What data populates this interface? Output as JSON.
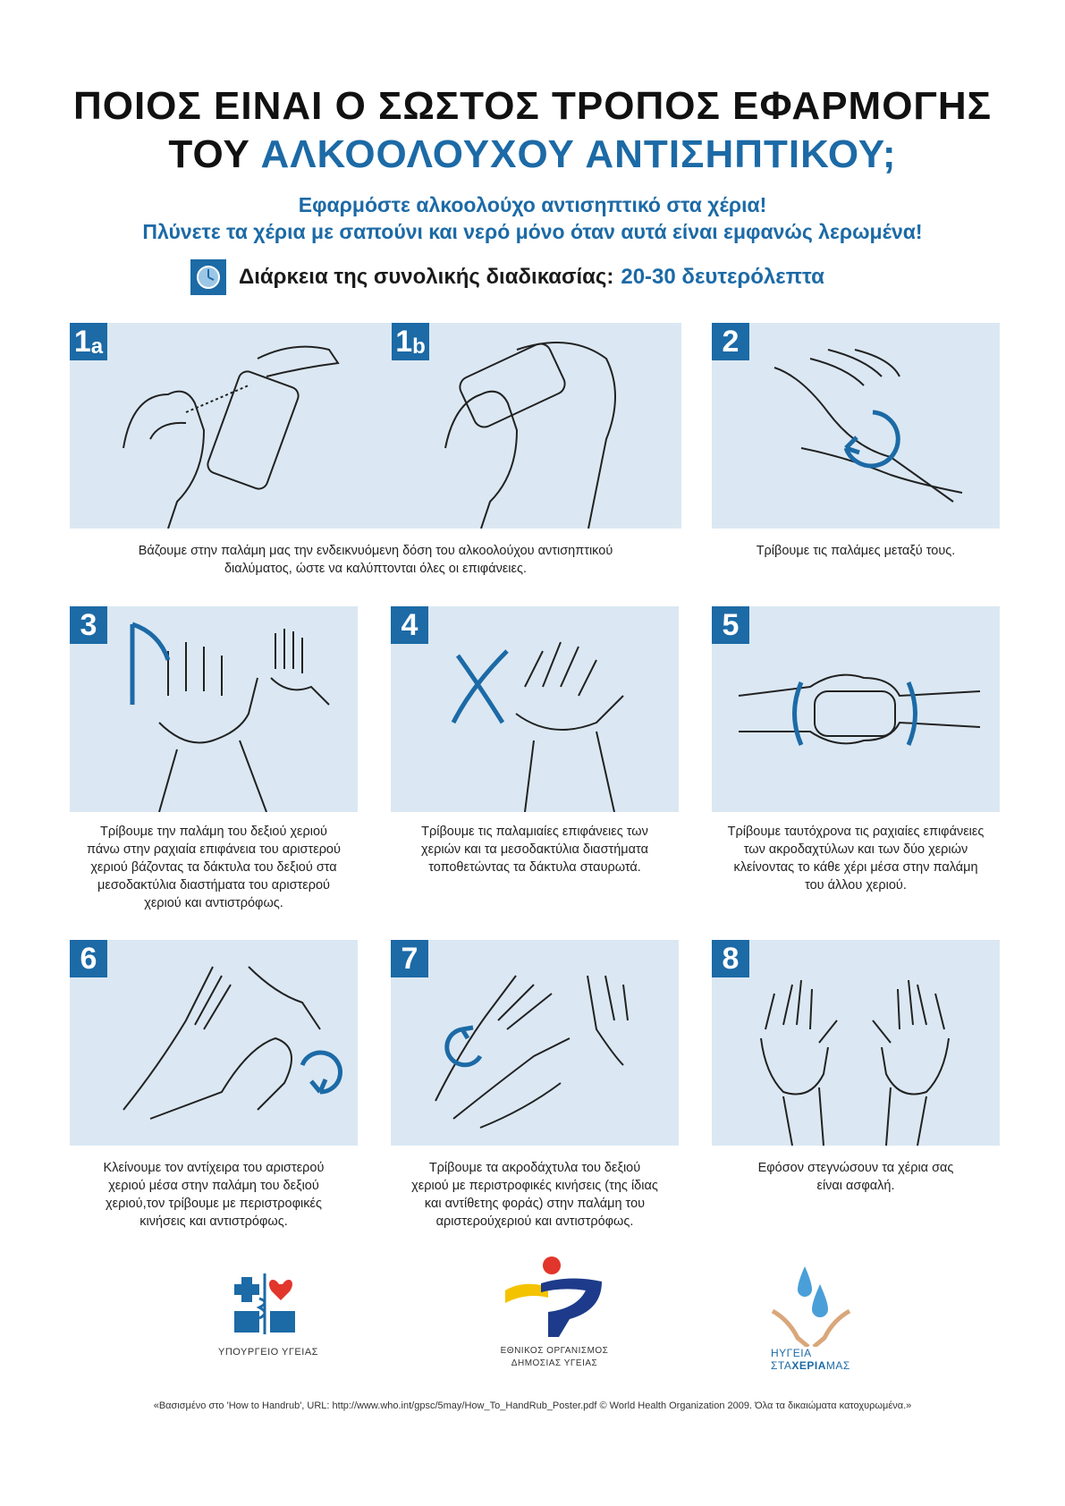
{
  "title": {
    "line1": "ΠΟΙΟΣ ΕΙΝΑΙ Ο ΣΩΣΤΟΣ ΤΡΟΠΟΣ ΕΦΑΡΜΟΓΗΣ",
    "line2_prefix": "ΤΟΥ",
    "line2_highlight": "ΑΛΚΟΟΛΟΥΧΟΥ ΑΝΤΙΣΗΠΤΙΚΟΥ;"
  },
  "subtitle": {
    "line1": "Εφαρμόστε αλκοολούχο αντισηπτικό στα χέρια!",
    "line2": "Πλύνετε τα χέρια με σαπούνι και νερό μόνο όταν αυτά είναι εμφανώς λερωμένα!"
  },
  "duration": {
    "label": "Διάρκεια της συνολικής διαδικασίας:",
    "value": "20-30 δευτερόλεπτα",
    "icon": "clock-icon"
  },
  "steps": {
    "s1a": {
      "num": "1",
      "sub": "a"
    },
    "s1b": {
      "num": "1",
      "sub": "b"
    },
    "s1_caption": [
      "Βάζουμε στην παλάμη μας την ενδεικνυόμενη  δόση  του αλκοολούχου αντισηπτικού",
      "διαλύματος, ώστε να καλύπτονται όλες οι επιφάνειες."
    ],
    "s2": {
      "num": "2",
      "caption": [
        "Τρίβουμε τις παλάμες μεταξύ τους."
      ]
    },
    "s3": {
      "num": "3",
      "caption": [
        "Τρίβουμε την παλάμη του δεξιού χεριού",
        "πάνω στην ραχιαία επιφάνεια του αριστερού",
        "χεριού βάζοντας τα δάκτυλα του δεξιού στα",
        "μεσοδακτύλια διαστήματα του αριστερού",
        "χεριού και αντιστρόφως."
      ]
    },
    "s4": {
      "num": "4",
      "caption": [
        "Τρίβουμε τις παλαμιαίες επιφάνειες των",
        "χεριών και τα μεσοδακτύλια διαστήματα",
        "τοποθετώντας τα δάκτυλα σταυρωτά."
      ]
    },
    "s5": {
      "num": "5",
      "caption": [
        "Τρίβουμε ταυτόχρονα τις ραχιαίες επιφάνειες",
        "των ακροδαχτύλων και των δύο χεριών",
        "κλείνοντας το κάθε χέρι μέσα στην παλάμη",
        "του άλλου χεριού."
      ]
    },
    "s6": {
      "num": "6",
      "caption": [
        "Κλείνουμε τον αντίχειρα του αριστερού",
        "χεριού μέσα στην παλάμη του δεξιού",
        "χεριού,τον τρίβουμε με περιστροφικές",
        "κινήσεις και αντιστρόφως."
      ]
    },
    "s7": {
      "num": "7",
      "caption": [
        "Τρίβουμε τα ακροδάχτυλα του δεξιού",
        "χεριού με περιστροφικές κινήσεις (της ίδιας",
        "και αντίθετης φοράς) στην παλάμη του",
        "αριστερούχεριού και αντιστρόφως."
      ]
    },
    "s8": {
      "num": "8",
      "caption": [
        "Εφόσον στεγνώσουν τα χέρια σας",
        "είναι ασφαλή."
      ]
    }
  },
  "logos": {
    "ministry": "ΥΠΟΥΡΓΕΙΟ ΥΓΕΙΑΣ",
    "eody_line1": "ΕΘΝΙΚΟΣ ΟΡΓΑΝΙΣΜΟΣ",
    "eody_line2": "ΔΗΜΟΣΙΑΣ ΥΓΕΙΑΣ",
    "campaign_line1": "ΗΥΓΕΙΑ",
    "campaign_line2a": "ΣΤΑ",
    "campaign_line2b": "ΧΕΡΙΑ",
    "campaign_line2c": "ΜΑΣ"
  },
  "footer": "«Βασισμένο στο 'How to Handrub', URL: http://www.who.int/gpsc/5may/How_To_HandRub_Poster.pdf © World Health Organization 2009. Όλα τα δικαιώματα κατοχυρωμένα.»",
  "colors": {
    "accent": "#1c6aa6",
    "panel": "#dbe8f3",
    "text": "#1a1a1a"
  }
}
